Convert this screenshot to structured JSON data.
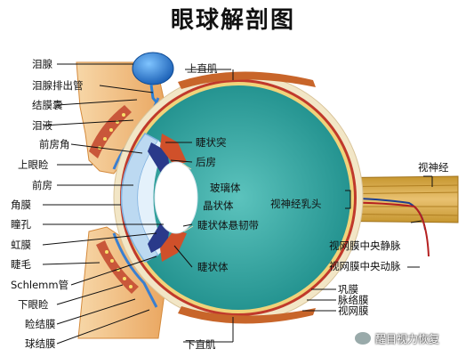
{
  "title": "眼球解剖图",
  "labels": {
    "lacrimal_gland": "泪腺",
    "lacrimal_duct": "泪腺排出管",
    "conjunctival_sac": "结膜囊",
    "tears": "泪液",
    "anterior_chamber_angle": "前房角",
    "upper_eyelid": "上眼睑",
    "anterior_chamber": "前房",
    "cornea": "角膜",
    "pupil": "瞳孔",
    "iris": "虹膜",
    "eyelash": "睫毛",
    "schlemm_canal": "Schlemm管",
    "lower_eyelid": "下眼睑",
    "palpebral_conjunctiva": "睑结膜",
    "bulbar_conjunctiva": "球结膜",
    "superior_rectus": "上直肌",
    "ciliary_process": "睫状突",
    "posterior_chamber": "后房",
    "vitreous": "玻璃体",
    "lens": "晶状体",
    "optic_disc": "视神经乳头",
    "zonule": "睫状体悬韧带",
    "ciliary_body": "睫状体",
    "optic_nerve": "视神经",
    "central_retinal_vein": "视网膜中央静脉",
    "central_retinal_artery": "视网膜中央动脉",
    "sclera": "巩膜",
    "choroid": "脉络膜",
    "retina": "视网膜",
    "inferior_rectus": "下直肌"
  },
  "watermark": "醒目视力恢复",
  "colors": {
    "vitreous": "#2fa6a2",
    "sclera": "#f2e6c6",
    "choroid": "#c0392b",
    "lens": "#ffffff",
    "cornea": "#bcd9f1",
    "lacrimal_gland": "#2a7fd4",
    "skin": "#f3c48a",
    "muscle": "#c8652a"
  }
}
